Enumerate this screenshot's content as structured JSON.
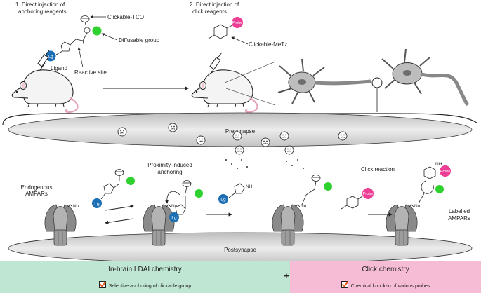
{
  "step1": {
    "line1": "1. Direct injection of",
    "line2": "anchoring reagents"
  },
  "step2": {
    "line1": "2. Direct injection of",
    "line2": "click reagents"
  },
  "labels": {
    "clickable_tco": "Clickable-TCO",
    "diffusable_group": "Diffusable group",
    "ligand": "Ligand",
    "reactive_site": "Reactive site",
    "clickable_metz": "Clickable-MeTz",
    "presynapse": "Presynapse",
    "postsynapse": "Postsynapse",
    "endogenous_1": "Endogenous",
    "endogenous_2": "AMPARs",
    "proximity_1": "Proximity-induced",
    "proximity_2": "anchoring",
    "click_reaction": "Click reaction",
    "labelled_1": "Labelled",
    "labelled_2": "AMPARs"
  },
  "badges": {
    "ligand_short": "Lg",
    "probe": "Probe",
    "nu": "Nu",
    "nh": "NH"
  },
  "panels": {
    "left": {
      "title": "In-brain LDAI chemistry",
      "note": "Selective anchoring of clickable group"
    },
    "right": {
      "title": "Click chemistry",
      "note": "Chemical knock-in of various probes"
    },
    "plus": "+"
  },
  "colors": {
    "ligand_blue": "#1c6fb5",
    "diffusable_green": "#2fd12f",
    "probe_pink": "#ec3e94",
    "left_panel": "#bfe6d2",
    "right_panel": "#f6bcd6",
    "membrane": "#d9d9d9",
    "check_orange": "#e45a1c"
  }
}
